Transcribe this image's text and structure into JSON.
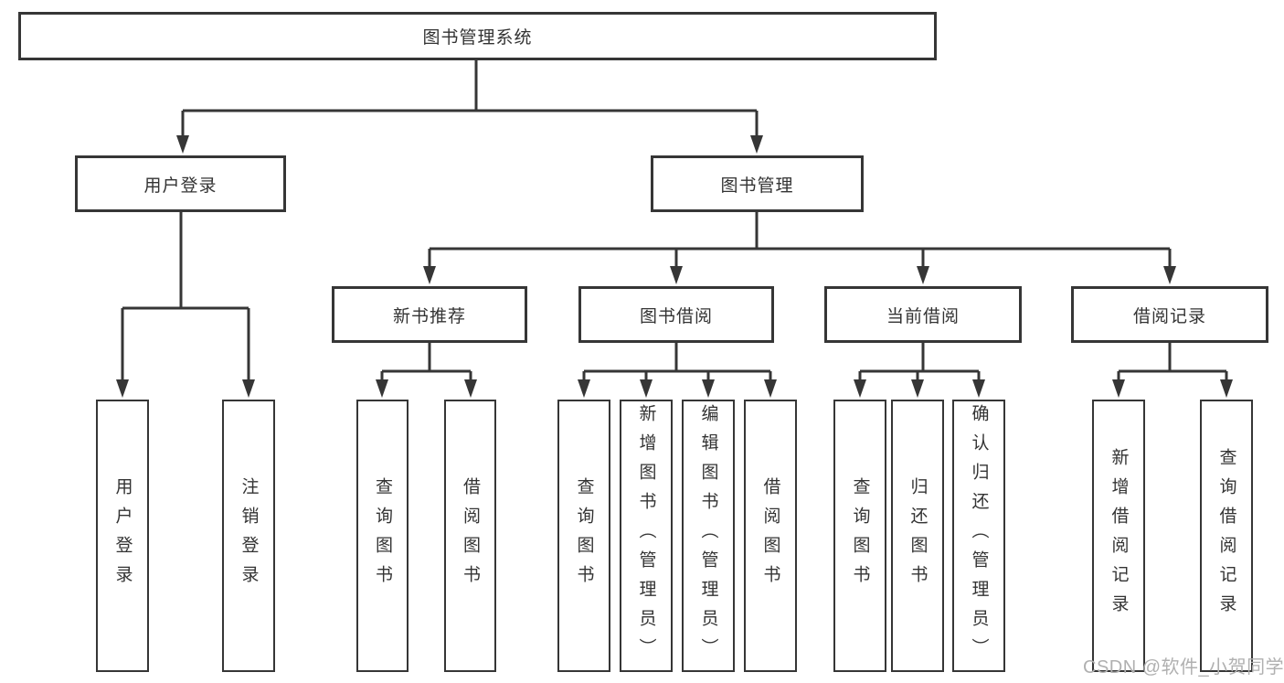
{
  "tree": {
    "label": "图书管理系统",
    "children": [
      {
        "label": "用户登录",
        "children": [
          {
            "label": "用户登录"
          },
          {
            "label": "注销登录"
          }
        ]
      },
      {
        "label": "图书管理",
        "children": [
          {
            "label": "新书推荐",
            "children": [
              {
                "label": "查询图书"
              },
              {
                "label": "借阅图书"
              }
            ]
          },
          {
            "label": "图书借阅",
            "children": [
              {
                "label": "查询图书"
              },
              {
                "label": "新增图书（管理员）"
              },
              {
                "label": "编辑图书（管理员）"
              },
              {
                "label": "借阅图书"
              }
            ]
          },
          {
            "label": "当前借阅",
            "children": [
              {
                "label": "查询图书"
              },
              {
                "label": "归还图书"
              },
              {
                "label": "确认归还（管理员）"
              }
            ]
          },
          {
            "label": "借阅记录",
            "children": [
              {
                "label": "新增借阅记录"
              },
              {
                "label": "查询借阅记录"
              }
            ]
          }
        ]
      }
    ]
  },
  "watermark": {
    "text": "CSDN @软件_小贺同学"
  },
  "colors": {
    "line": "#363636",
    "text": "#333333",
    "box_background": "#ffffff",
    "watermark": "#b0b0b0",
    "background": "#ffffff"
  }
}
